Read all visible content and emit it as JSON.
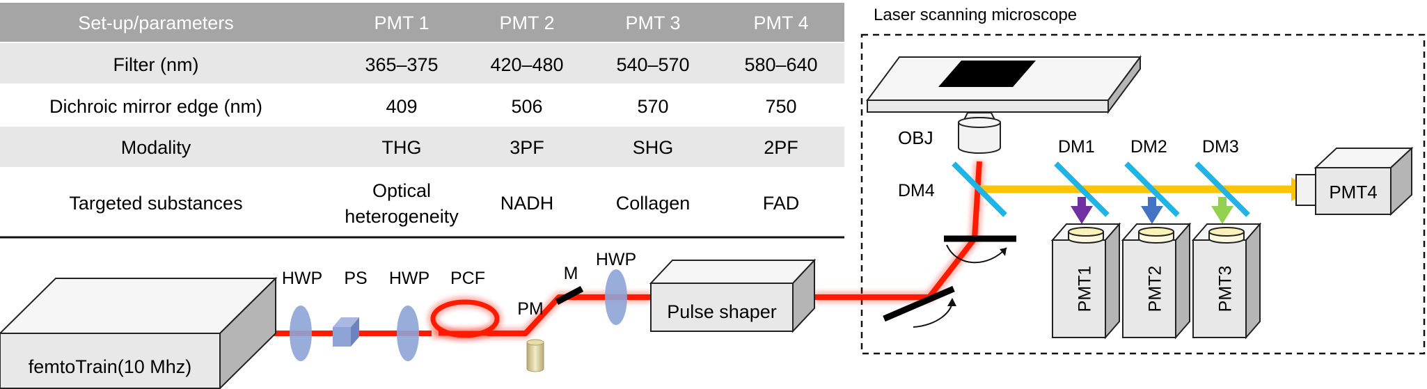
{
  "table": {
    "header": [
      "Set-up/parameters",
      "PMT 1",
      "PMT 2",
      "PMT 3",
      "PMT 4"
    ],
    "rows": [
      {
        "label": "Filter (nm)",
        "values": [
          "365–375",
          "420–480",
          "540–570",
          "580–640"
        ]
      },
      {
        "label": "Dichroic mirror edge (nm)",
        "values": [
          "409",
          "506",
          "570",
          "750"
        ]
      },
      {
        "label": "Modality",
        "values": [
          "THG",
          "3PF",
          "SHG",
          "2PF"
        ]
      },
      {
        "label": "Targeted substances",
        "values": [
          [
            "Optical",
            "heterogeneity"
          ],
          "NADH",
          "Collagen",
          "FAD"
        ]
      }
    ]
  },
  "microscope": {
    "title": "Laser scanning microscope",
    "objective": "OBJ",
    "dichroics": [
      "DM1",
      "DM2",
      "DM3",
      "DM4"
    ],
    "pmts": [
      "PMT1",
      "PMT2",
      "PMT3",
      "PMT4"
    ]
  },
  "optics": {
    "laser": "femtoTrain(10 Mhz)",
    "hwp": "HWP",
    "ps": "PS",
    "pcf": "PCF",
    "pm": "PM",
    "m": "M",
    "pulse_shaper": "Pulse shaper"
  },
  "colors": {
    "header_bg": "#a5a5a5",
    "stripe": "#e7e7e7",
    "beam": "#ff1a00",
    "emission": "#ffc400",
    "dichroic": "#20b4e4",
    "hwp": "#8ea4d6",
    "arrow_pmt1": "#7030a0",
    "arrow_pmt2": "#4472c4",
    "arrow_pmt3": "#92d050",
    "box_front": "#e8e8e8",
    "box_top": "#f6f6f6",
    "box_side": "#b5b5b5"
  }
}
